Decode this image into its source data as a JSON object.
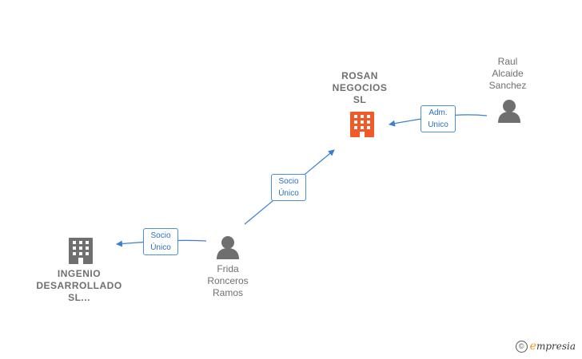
{
  "nodes": {
    "rosan": {
      "label": "ROSAN\nNEGOCIOS\nSL",
      "type": "company",
      "color": "#f05a28"
    },
    "ingenio": {
      "label": "INGENIO\nDESARROLLADO\nSL...",
      "type": "company",
      "color": "#6f6f6f"
    },
    "raul": {
      "label": "Raul\nAlcaide\nSanchez",
      "type": "person",
      "color": "#6f6f6f"
    },
    "frida": {
      "label": "Frida\nRonceros\nRamos",
      "type": "person",
      "color": "#6f6f6f"
    }
  },
  "edges": {
    "raul_rosan": {
      "label": "Adm.\nUnico",
      "from": "raul",
      "to": "rosan"
    },
    "frida_rosan": {
      "label": "Socio\nÚnico",
      "from": "frida",
      "to": "rosan"
    },
    "frida_ingenio": {
      "label": "Socio\nÚnico",
      "from": "frida",
      "to": "ingenio"
    }
  },
  "colors": {
    "edge": "#3b7fd1"
  },
  "watermark": {
    "symbol": "©",
    "brand_initial": "e",
    "brand_rest": "mpresia"
  }
}
